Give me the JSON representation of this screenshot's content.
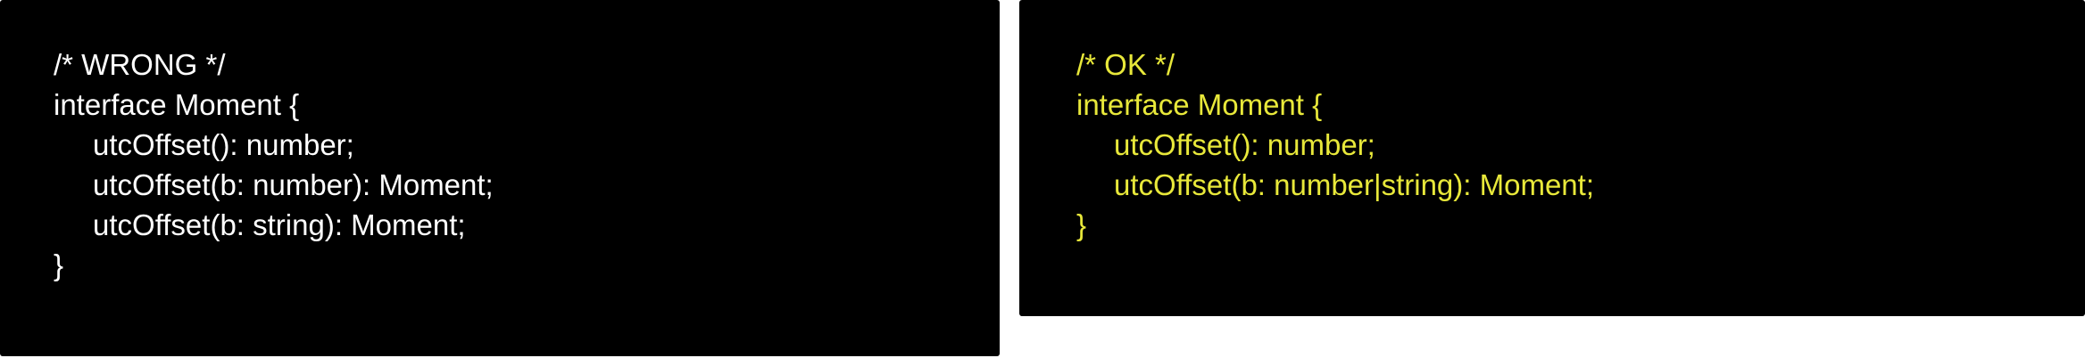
{
  "panels": {
    "wrong": {
      "color": "#ffffff",
      "lines": [
        "/* WRONG */",
        "interface Moment {",
        "utcOffset(): number;",
        "utcOffset(b: number): Moment;",
        "utcOffset(b: string): Moment;",
        "}"
      ]
    },
    "ok": {
      "color": "#e8e83a",
      "lines": [
        "/* OK */",
        "interface Moment {",
        "utcOffset(): number;",
        "utcOffset(b: number|string): Moment;",
        "}"
      ]
    }
  }
}
